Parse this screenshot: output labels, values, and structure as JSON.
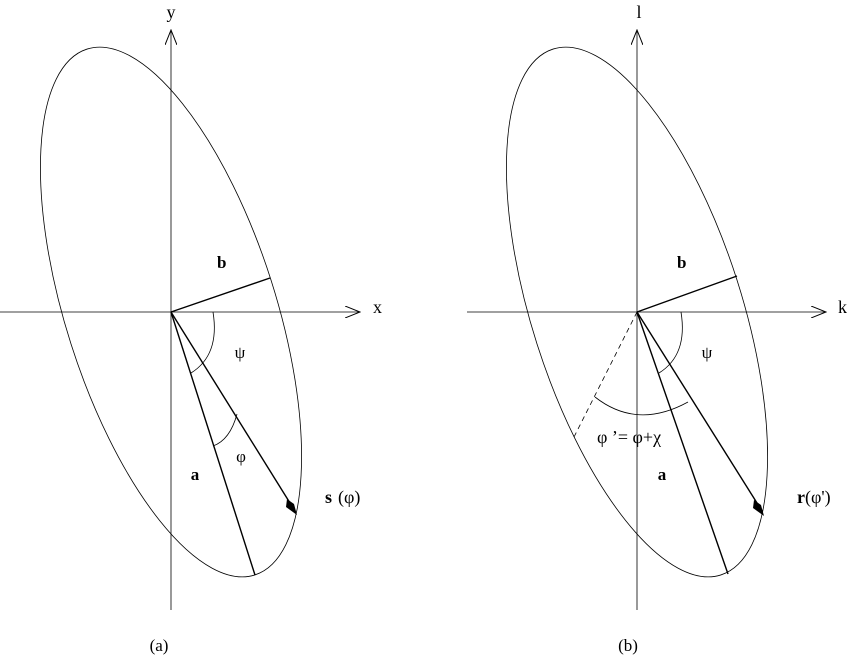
{
  "figure": {
    "panels": [
      {
        "id": "a",
        "caption": "(a)",
        "axis_x_label": "x",
        "axis_y_label": "y",
        "semi_minor_label": "b",
        "semi_major_label": "a",
        "angle_psi_label": "ψ",
        "angle_phi_label": "φ",
        "vector_label_bold": "s",
        "vector_label_arg": "(φ)"
      },
      {
        "id": "b",
        "caption": "(b)",
        "axis_x_label": "k",
        "axis_y_label": "l",
        "semi_minor_label": "b",
        "semi_major_label": "a",
        "angle_psi_label": "ψ",
        "angle_phi_prime_label": "φ ’= φ+χ",
        "vector_label_bold": "r",
        "vector_label_arg": "(φ')"
      }
    ],
    "colors": {
      "line": "#000000",
      "thin_line": "#333333",
      "background": "#ffffff"
    }
  }
}
